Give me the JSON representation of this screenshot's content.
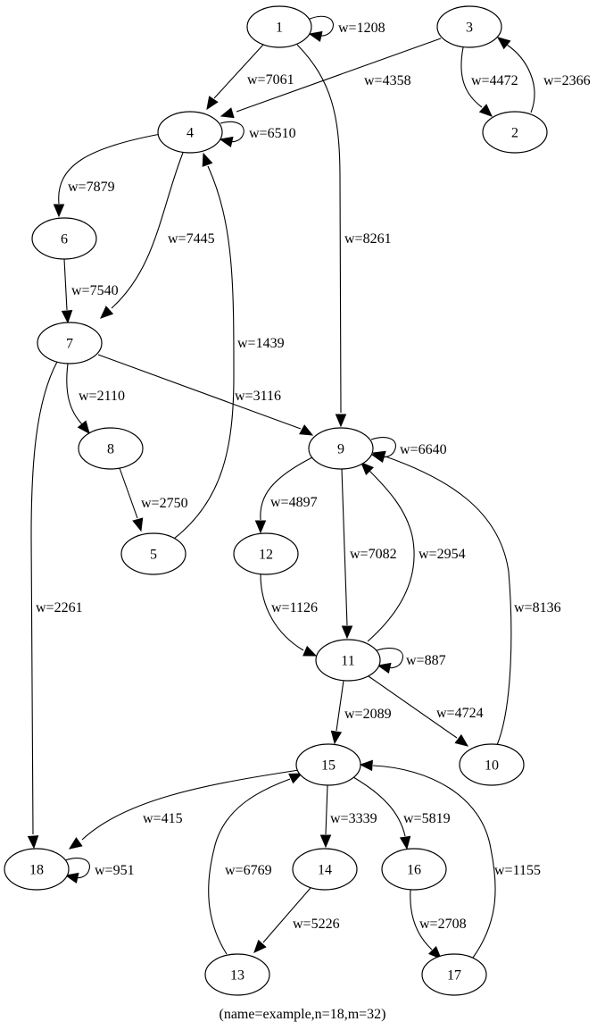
{
  "caption": "(name=example,n=18,m=32)",
  "nodes": [
    {
      "id": "1",
      "label": "1"
    },
    {
      "id": "2",
      "label": "2"
    },
    {
      "id": "3",
      "label": "3"
    },
    {
      "id": "4",
      "label": "4"
    },
    {
      "id": "5",
      "label": "5"
    },
    {
      "id": "6",
      "label": "6"
    },
    {
      "id": "7",
      "label": "7"
    },
    {
      "id": "8",
      "label": "8"
    },
    {
      "id": "9",
      "label": "9"
    },
    {
      "id": "10",
      "label": "10"
    },
    {
      "id": "11",
      "label": "11"
    },
    {
      "id": "12",
      "label": "12"
    },
    {
      "id": "13",
      "label": "13"
    },
    {
      "id": "14",
      "label": "14"
    },
    {
      "id": "15",
      "label": "15"
    },
    {
      "id": "16",
      "label": "16"
    },
    {
      "id": "17",
      "label": "17"
    },
    {
      "id": "18",
      "label": "18"
    }
  ],
  "edges": [
    {
      "source": "1",
      "target": "1",
      "label": "w=1208"
    },
    {
      "source": "1",
      "target": "4",
      "label": "w=7061"
    },
    {
      "source": "1",
      "target": "9",
      "label": "w=8261"
    },
    {
      "source": "3",
      "target": "4",
      "label": "w=4358"
    },
    {
      "source": "3",
      "target": "2",
      "label": "w=4472"
    },
    {
      "source": "2",
      "target": "3",
      "label": "w=2366"
    },
    {
      "source": "4",
      "target": "4",
      "label": "w=6510"
    },
    {
      "source": "4",
      "target": "6",
      "label": "w=7879"
    },
    {
      "source": "4",
      "target": "7",
      "label": "w=7445"
    },
    {
      "source": "5",
      "target": "4",
      "label": "w=1439"
    },
    {
      "source": "6",
      "target": "7",
      "label": "w=7540"
    },
    {
      "source": "7",
      "target": "8",
      "label": "w=2110"
    },
    {
      "source": "7",
      "target": "9",
      "label": "w=3116"
    },
    {
      "source": "7",
      "target": "18",
      "label": "w=2261"
    },
    {
      "source": "8",
      "target": "5",
      "label": "w=2750"
    },
    {
      "source": "9",
      "target": "9",
      "label": "w=6640"
    },
    {
      "source": "9",
      "target": "12",
      "label": "w=4897"
    },
    {
      "source": "9",
      "target": "11",
      "label": "w=7082"
    },
    {
      "source": "11",
      "target": "9",
      "label": "w=2954"
    },
    {
      "source": "10",
      "target": "9",
      "label": "w=8136"
    },
    {
      "source": "12",
      "target": "11",
      "label": "w=1126"
    },
    {
      "source": "11",
      "target": "11",
      "label": "w=887"
    },
    {
      "source": "11",
      "target": "15",
      "label": "w=2089"
    },
    {
      "source": "11",
      "target": "10",
      "label": "w=4724"
    },
    {
      "source": "15",
      "target": "18",
      "label": "w=415"
    },
    {
      "source": "15",
      "target": "14",
      "label": "w=3339"
    },
    {
      "source": "15",
      "target": "16",
      "label": "w=5819"
    },
    {
      "source": "17",
      "target": "15",
      "label": "w=1155"
    },
    {
      "source": "13",
      "target": "15",
      "label": "w=6769"
    },
    {
      "source": "14",
      "target": "13",
      "label": "w=5226"
    },
    {
      "source": "16",
      "target": "17",
      "label": "w=2708"
    },
    {
      "source": "18",
      "target": "18",
      "label": "w=951"
    }
  ]
}
